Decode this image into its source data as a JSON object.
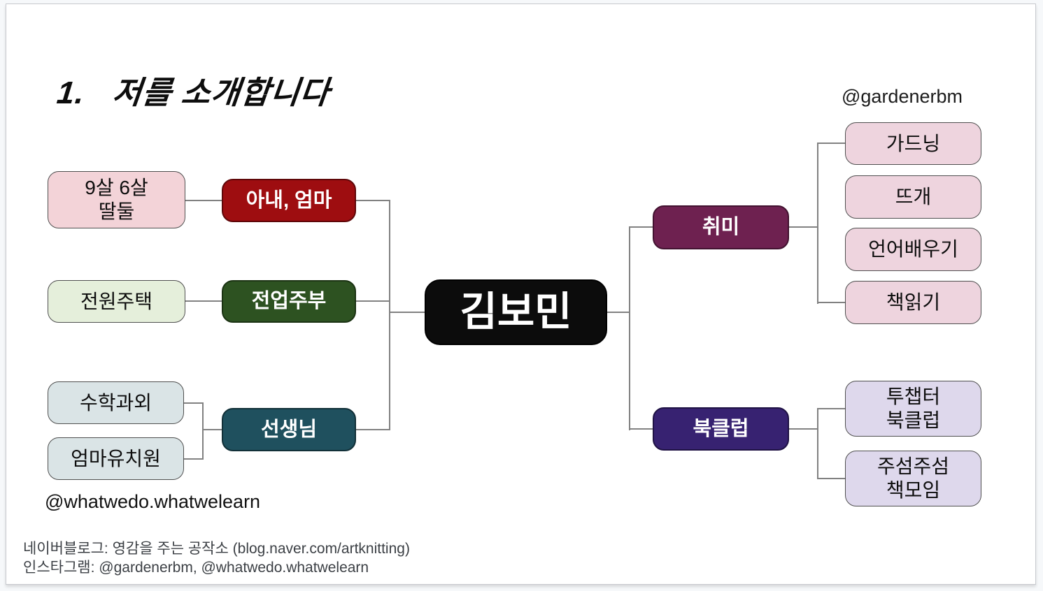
{
  "page": {
    "title_number": "1.",
    "title_text": "저를 소개합니다",
    "top_right_handle": "@gardenerbm",
    "bottom_left_handle": "@whatwedo.whatwelearn",
    "footer": {
      "blog_line": "네이버블로그: 영감을 주는 공작소 (blog.naver.com/artknitting)",
      "instagram_line": "인스타그램: @gardenerbm, @whatwedo.whatwelearn"
    }
  },
  "colors": {
    "connector": "#818181",
    "light_box_border": "#4f4f4f",
    "slide_border": "#c7c9ce",
    "slide_background": "#ffffff"
  },
  "mindmap": {
    "center": {
      "label": "김보민",
      "fill": "#0c0c0c",
      "text": "#ffffff"
    },
    "left_branches": [
      {
        "id": "wife-mom",
        "label": "아내, 엄마",
        "fill": "#9e0d10",
        "border": "#5f0709",
        "text": "#ffffff"
      },
      {
        "id": "housewife",
        "label": "전업주부",
        "fill": "#2d5221",
        "border": "#1b3313",
        "text": "#ffffff"
      },
      {
        "id": "teacher",
        "label": "선생님",
        "fill": "#1f505e",
        "border": "#123038",
        "text": "#ffffff"
      }
    ],
    "left_leaves": [
      {
        "id": "daughters",
        "label": "9살 6살\n딸둘",
        "fill": "#f3d3d8"
      },
      {
        "id": "country-house",
        "label": "전원주택",
        "fill": "#e5efdb"
      },
      {
        "id": "math-tutor",
        "label": "수학과외",
        "fill": "#dae4e6"
      },
      {
        "id": "kindergarten",
        "label": "엄마유치원",
        "fill": "#dae4e6"
      }
    ],
    "right_branches": [
      {
        "id": "hobby",
        "label": "취미",
        "fill": "#6e2150",
        "border": "#421230",
        "text": "#ffffff"
      },
      {
        "id": "bookclub",
        "label": "북클럽",
        "fill": "#372271",
        "border": "#1f1244",
        "text": "#ffffff"
      }
    ],
    "hobby_leaves": [
      {
        "id": "gardening",
        "label": "가드닝",
        "fill": "#eed4de"
      },
      {
        "id": "knitting",
        "label": "뜨개",
        "fill": "#eed4de"
      },
      {
        "id": "language",
        "label": "언어배우기",
        "fill": "#eed4de"
      },
      {
        "id": "reading",
        "label": "책읽기",
        "fill": "#eed4de"
      }
    ],
    "bookclub_leaves": [
      {
        "id": "two-chapter",
        "label": "투챕터\n북클럽",
        "fill": "#ded8ec"
      },
      {
        "id": "juseom",
        "label": "주섬주섬\n책모임",
        "fill": "#ded8ec"
      }
    ]
  }
}
